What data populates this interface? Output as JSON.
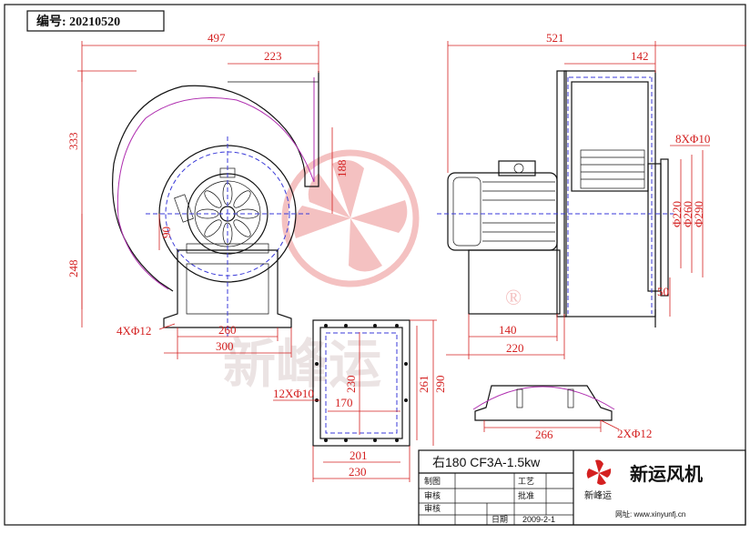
{
  "header": {
    "label": "编号: 20210520"
  },
  "left_view": {
    "dims": {
      "w497": "497",
      "w223": "223",
      "h333": "333",
      "h188": "188",
      "h90": "90",
      "h248": "248",
      "w260": "260",
      "w300": "300",
      "holes": "4XΦ12"
    }
  },
  "right_view": {
    "dims": {
      "w521": "521",
      "w142": "142",
      "holes8": "8XΦ10",
      "d220": "Φ220",
      "d260": "Φ260",
      "d290": "Φ290",
      "h50": "50",
      "w140": "140",
      "w220": "220"
    }
  },
  "flange_view": {
    "dims": {
      "holes12": "12XΦ10",
      "h230": "230",
      "h261": "261",
      "h290": "290",
      "w170": "170",
      "w201": "201",
      "w230": "230"
    }
  },
  "foot_view": {
    "dims": {
      "w266": "266",
      "holes2": "2XΦ12"
    }
  },
  "watermark": {
    "text": "新峰运",
    "registered": "®"
  },
  "title_block": {
    "model": "右180  CF3A-1.5kw",
    "brand_logo_text": "新峰运",
    "company": "新运风机",
    "labels": {
      "draw": "制图",
      "check": "审核",
      "review": "审核",
      "craft": "工艺",
      "approve": "批准",
      "date": "日期"
    },
    "date": "2009-2-1",
    "website": "网址: www.xinyunfj.cn"
  },
  "colors": {
    "dimension": "#d42020",
    "outline": "#111111",
    "centerline": "#3a3ad8",
    "scroll": "#b030b0",
    "watermark": "#f2c8c8"
  }
}
